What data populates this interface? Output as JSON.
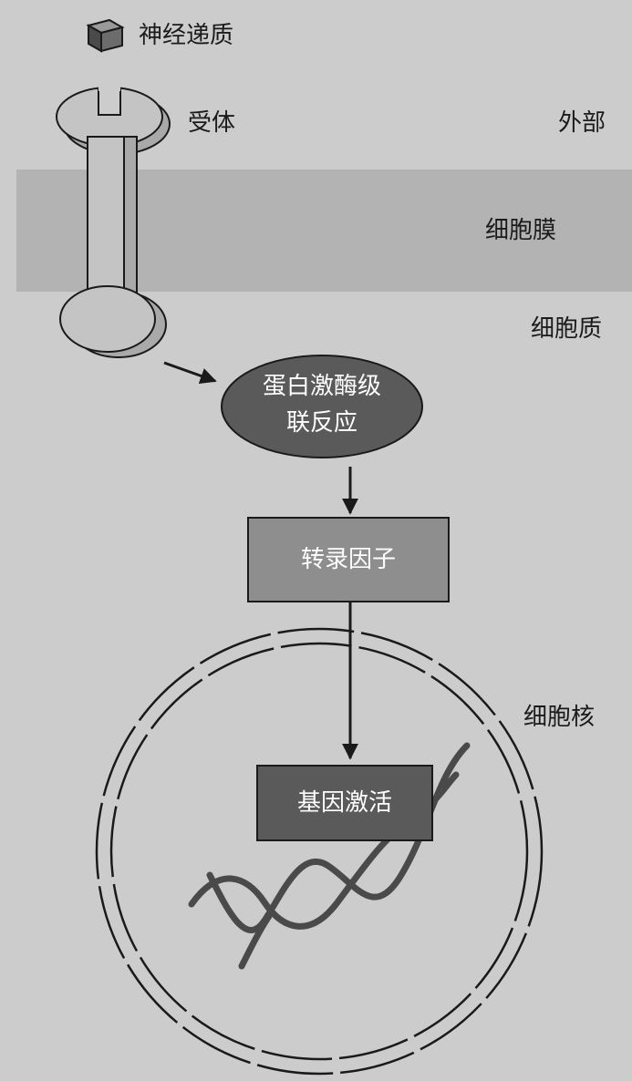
{
  "labels": {
    "neurotransmitter": "神经递质",
    "receptor": "受体",
    "outside": "外部",
    "cell_membrane": "细胞膜",
    "cytoplasm": "细胞质",
    "nucleus": "细胞核"
  },
  "nodes": {
    "kinase_cascade_line1": "蛋白激酶级",
    "kinase_cascade_line2": "联反应",
    "transcription_factor": "转录因子",
    "gene_activation": "基因激活"
  },
  "colors": {
    "background": "#cccccc",
    "membrane": "#b3b3b3",
    "receptor_fill": "#bdbdbd",
    "ellipse_fill": "#5a5a5a",
    "tf_box_fill": "#8e8e8e",
    "gene_box_fill": "#5a5a5a",
    "dna_strand": "#4a4a4a",
    "outline": "#1a1a1a"
  }
}
